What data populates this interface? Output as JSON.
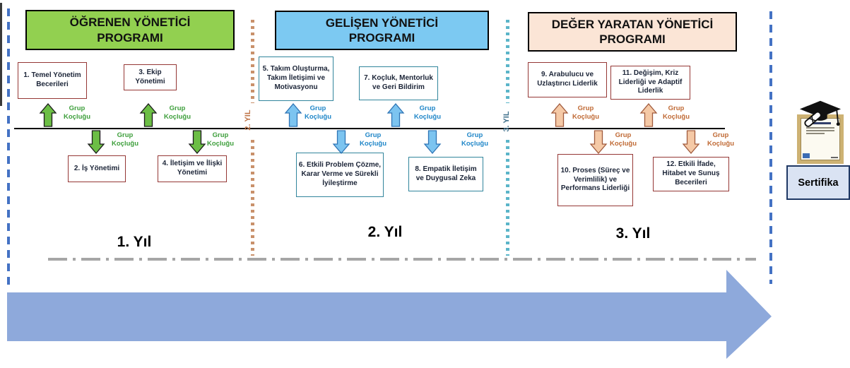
{
  "programs": [
    {
      "title": "ÖĞRENEN YÖNETİCİ PROGRAMI",
      "header_color": "#92D050",
      "accent_color": "#3E9F3C",
      "box_border_color": "#953735",
      "topics": [
        "1. Temel Yönetim Becerileri",
        "2. İş Yönetimi",
        "3. Ekip Yönetimi",
        "4. İletişim ve İlişki Yönetimi"
      ]
    },
    {
      "title": "GELİŞEN YÖNETİCİ PROGRAMI",
      "header_color": "#7CC9F2",
      "accent_color": "#1F86C8",
      "box_border_color": "#31859C",
      "topics": [
        "5. Takım Oluşturma, Takım İletişimi ve Motivasyonu",
        "6. Etkili Problem Çözme, Karar Verme ve Sürekli İyileştirme",
        "7. Koçluk, Mentorluk ve Geri Bildirim",
        "8. Empatik İletişim ve Duygusal Zeka"
      ]
    },
    {
      "title": "DEĞER YARATAN YÖNETİCİ PROGRAMI",
      "header_color": "#FBE5D6",
      "accent_color": "#C06A35",
      "box_border_color": "#953735",
      "topics": [
        "9. Arabulucu ve Uzlaştırıcı Liderlik",
        "10. Proses (Süreç ve Verimlilik) ve Performans Liderliği",
        "11. Değişim, Kriz Liderliği ve Adaptif Liderlik",
        "12. Etkili İfade, Hitabet ve Sunuş Becerileri"
      ]
    }
  ],
  "coaching_label": "Grup Koçluğu",
  "years": [
    {
      "label": "1. Yıl"
    },
    {
      "label": "2. Yıl"
    },
    {
      "label": "3. Yıl"
    }
  ],
  "dividers": [
    {
      "label": "2. YIL",
      "color": "#C9916B"
    },
    {
      "label": "3. YIL",
      "color": "#5BB5C9"
    }
  ],
  "certificate": {
    "label": "Sertifika"
  },
  "colors": {
    "timeline_arrow": "#8EA9DB",
    "boundary_dash": "#4472C4",
    "phase_line": "#A6A6A6",
    "timeline_line": "#000000"
  }
}
